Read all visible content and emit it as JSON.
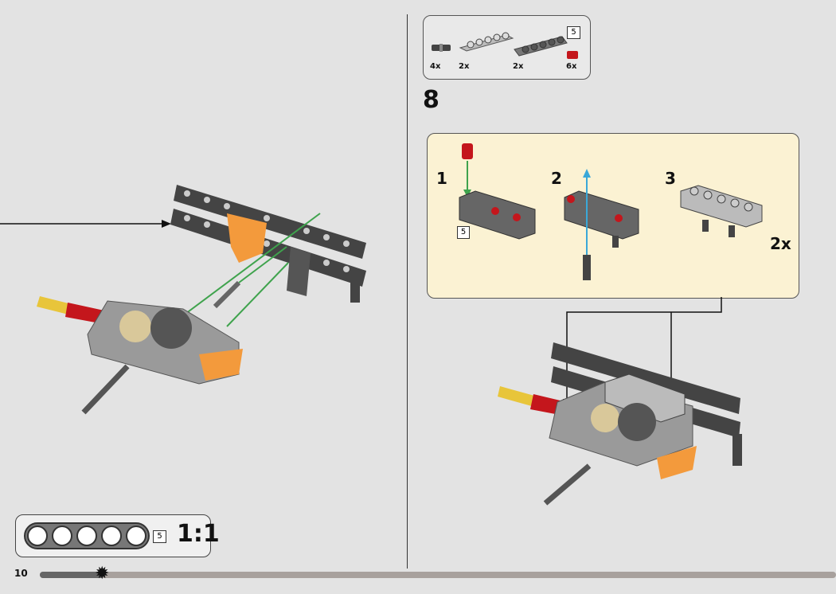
{
  "page": {
    "number": "10",
    "progress_fraction": 0.08
  },
  "parts_list": {
    "length_label": "5",
    "items": [
      {
        "name": "axle-pin-with-friction",
        "qty": "4x"
      },
      {
        "name": "plate-1x5",
        "qty": "2x"
      },
      {
        "name": "beam-5",
        "qty": "2x"
      },
      {
        "name": "axle-pin-red",
        "qty": "6x"
      }
    ]
  },
  "step": {
    "number": "8",
    "substeps": [
      {
        "number": "1",
        "length_label": "5"
      },
      {
        "number": "2"
      },
      {
        "number": "3",
        "multiplier": "2x"
      }
    ]
  },
  "ruler": {
    "length_label": "5",
    "scale": "1:1"
  },
  "colors": {
    "background": "#e3e3e3",
    "callout": "#fbf2d3",
    "orange": "#f39a3c",
    "red": "#c4161c",
    "green": "#3fa34d",
    "blue": "#3aa8d8"
  }
}
